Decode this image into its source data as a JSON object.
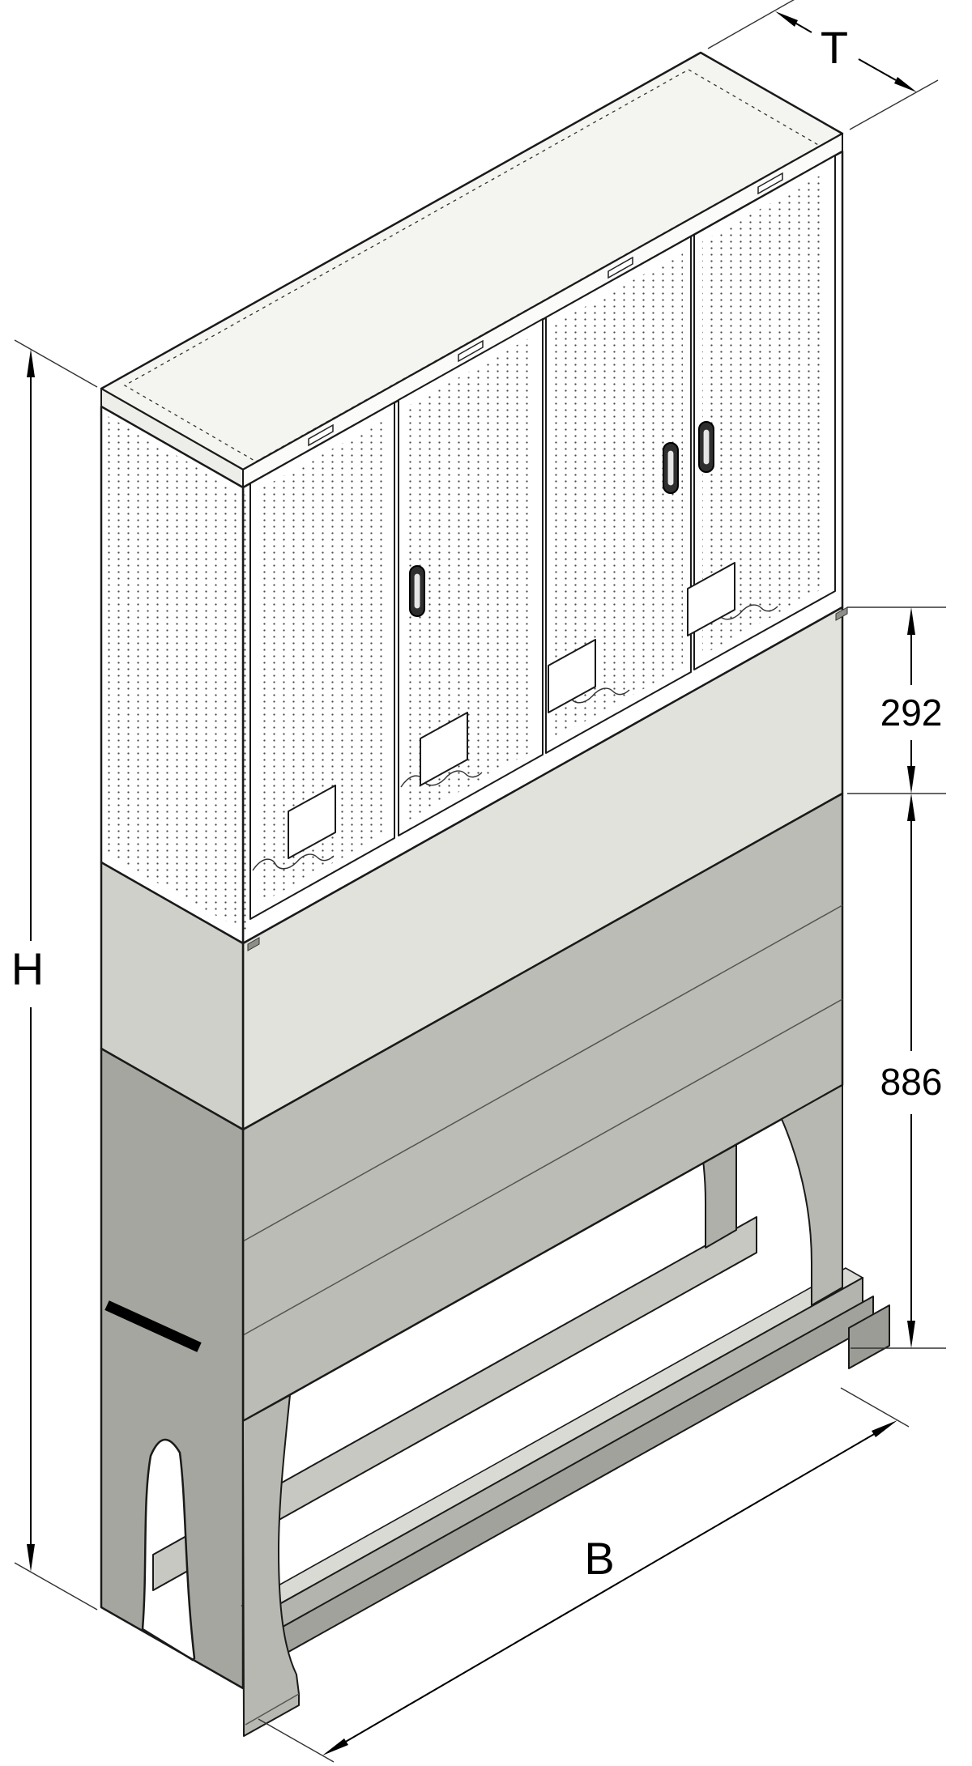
{
  "page": {
    "background": "#ffffff"
  },
  "drawing": {
    "kind": "isometric-technical-drawing",
    "subject": "cable-distribution-cabinet-on-plinth",
    "door_count": 4,
    "colors": {
      "outline": "#1a1a1a",
      "cabinet_face": "#ffffff",
      "top_slab": "#f4f4f0",
      "plinth_upper": "#e2e2dc",
      "plinth_upper_side": "#d0d0ca",
      "plinth_lower": "#bcbcb6",
      "plinth_lower_side": "#a6a6a0",
      "base_rail": "#b4b4ae",
      "dimension": "#000000"
    }
  },
  "dimensions": {
    "depth_label": "T",
    "height_label": "H",
    "width_label": "B",
    "plinth_upper_height": "292",
    "plinth_lower_height": "886"
  }
}
